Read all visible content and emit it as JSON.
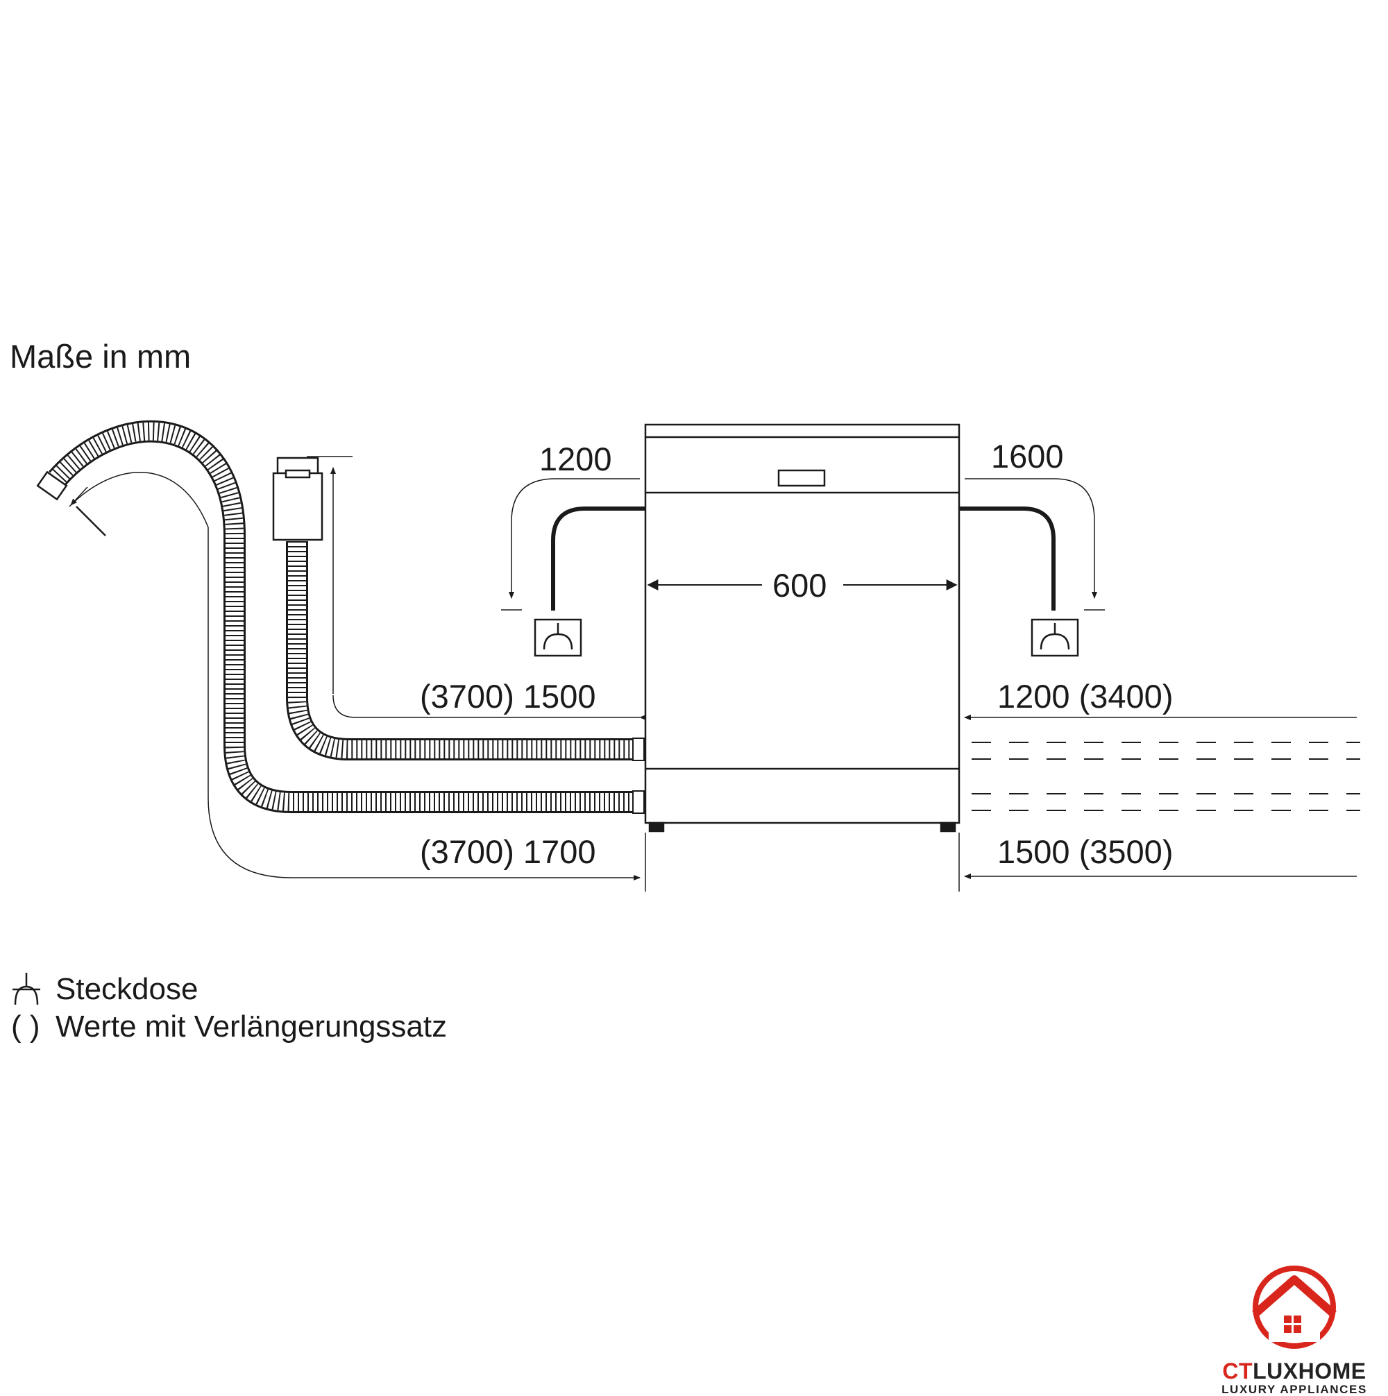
{
  "header": {
    "units_label": "Maße in mm"
  },
  "dimensions": {
    "width": "600",
    "left_top": "1200",
    "right_top": "1600",
    "left_middle": "(3700) 1500",
    "right_middle": "1200 (3400)",
    "left_bottom": "(3700) 1700",
    "right_bottom": "1500 (3500)"
  },
  "legend": {
    "socket_symbol_name": "socket-symbol-icon",
    "socket_label": "Steckdose",
    "extension_symbol": "( )",
    "extension_label": "Werte mit Verlängerungssatz"
  },
  "logo": {
    "name_part1": "CT",
    "name_part2": "LUXHOME",
    "tagline": "LUXURY APPLIANCES",
    "accent_color": "#d9261c"
  }
}
